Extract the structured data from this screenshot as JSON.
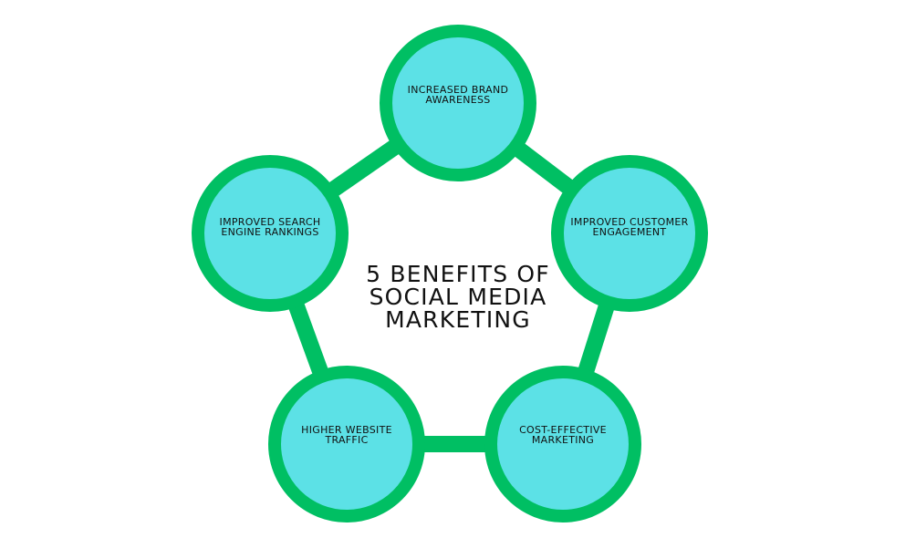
{
  "title": "5 BENEFITS OF\nSOCIAL MEDIA\nMARKETING",
  "benefits": [
    "INCREASED BRAND\nAWARENESS",
    "IMPROVED CUSTOMER\nENGAGEMENT",
    "COST-EFFECTIVE\nMARKETING",
    "HIGHER WEBSITE\nTRAFFIC",
    "IMPROVED SEARCH\nENGINE RANKINGS"
  ],
  "colors": {
    "circle_fill": "#5ce1e6",
    "ring_and_connector": "#00bf63",
    "text": "#111111",
    "background": "#ffffff"
  }
}
